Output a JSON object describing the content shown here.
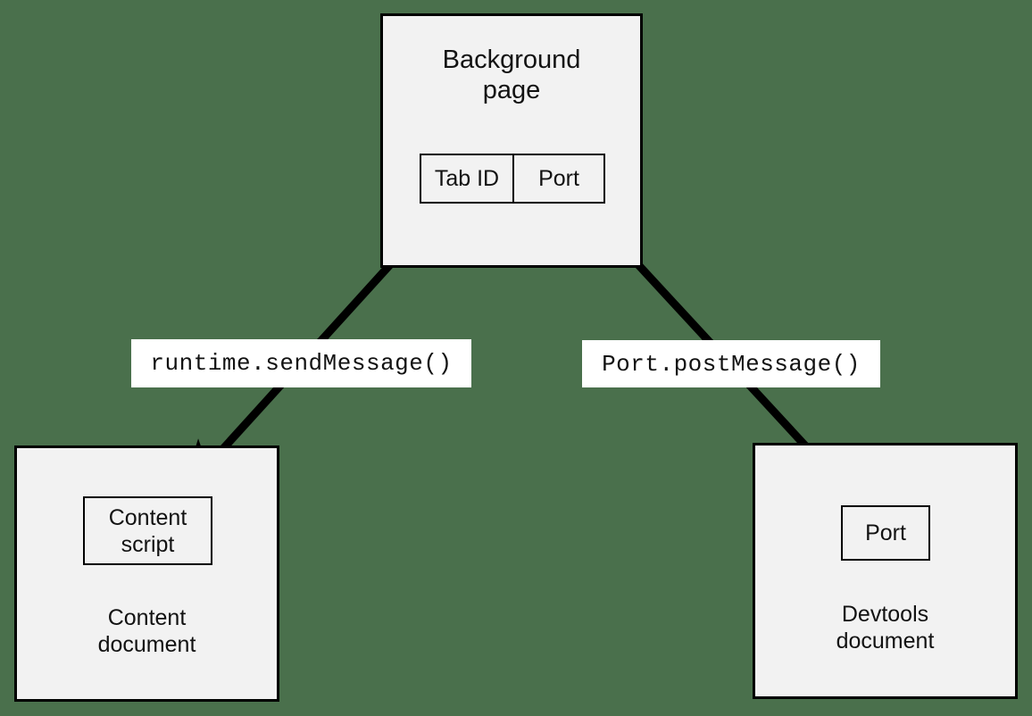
{
  "diagram": {
    "title": "Chrome extension messaging between background page, content script and devtools",
    "background_color": "#4a704c",
    "node_fill": "#f2f2f2",
    "stroke_color": "#000000",
    "label_fill": "#ffffff"
  },
  "nodes": {
    "background_page": {
      "label": "Background\npage",
      "table": {
        "columns": [
          {
            "label": "Tab ID"
          },
          {
            "label": "Port"
          }
        ]
      }
    },
    "content_document": {
      "label": "Content\ndocument",
      "inner": {
        "label": "Content\nscript"
      }
    },
    "devtools_document": {
      "label": "Devtools\ndocument",
      "inner": {
        "label": "Port"
      }
    }
  },
  "edges": [
    {
      "id": "content-to-background",
      "label": "runtime.sendMessage()",
      "from": "content-script",
      "to": "tab-id-cell",
      "arrowheads": "both"
    },
    {
      "id": "devtools-to-background",
      "label": "Port.postMessage()",
      "from": "devtools-port",
      "to": "port-cell",
      "arrowheads": "both"
    }
  ]
}
